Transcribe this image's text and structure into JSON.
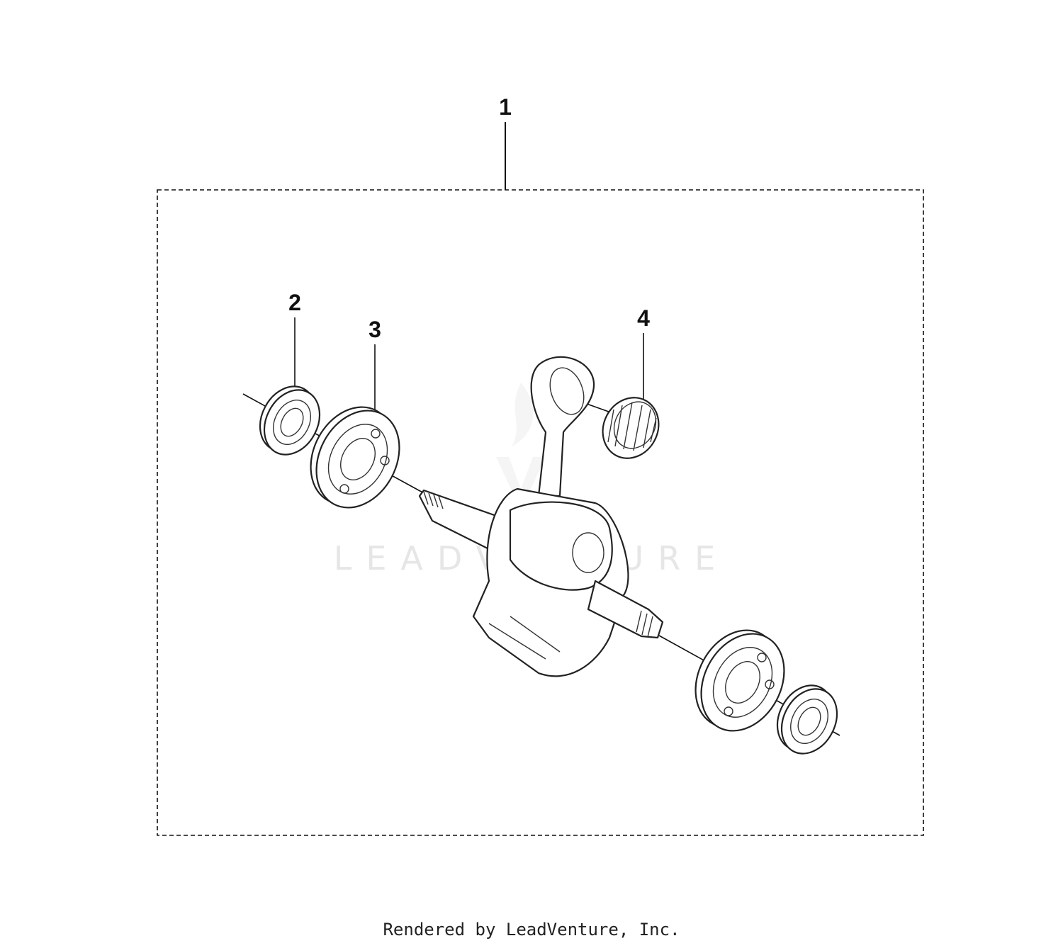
{
  "diagram": {
    "callouts": [
      {
        "id": "1",
        "label": "1"
      },
      {
        "id": "2",
        "label": "2"
      },
      {
        "id": "3",
        "label": "3"
      },
      {
        "id": "4",
        "label": "4"
      }
    ],
    "watermark": "LEADVENTURE"
  },
  "footer": {
    "text": "Rendered by LeadVenture, Inc."
  }
}
